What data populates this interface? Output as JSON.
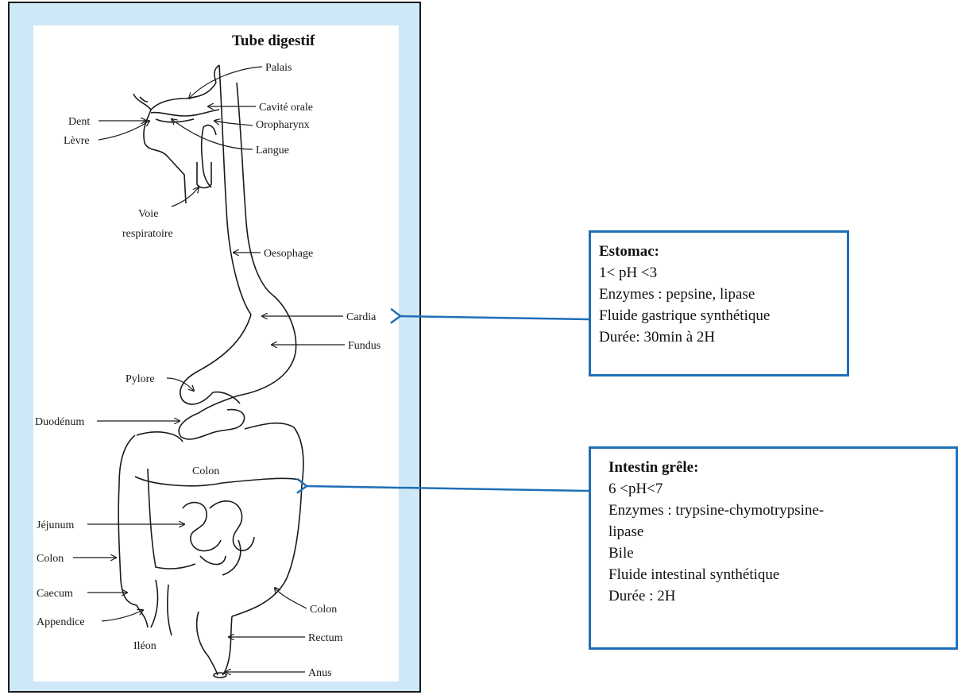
{
  "diagram": {
    "title": "Tube digestif",
    "labels": {
      "palais": "Palais",
      "cavite_orale": "Cavité orale",
      "oropharynx": "Oropharynx",
      "dent": "Dent",
      "levre": "Lèvre",
      "langue": "Langue",
      "voie": "Voie",
      "respiratoire": "respiratoire",
      "oesophage": "Oesophage",
      "cardia": "Cardia",
      "fundus": "Fundus",
      "pylore": "Pylore",
      "duodenum": "Duodénum",
      "colon_top": "Colon",
      "jejunum": "Jéjunum",
      "colon_left": "Colon",
      "caecum": "Caecum",
      "appendice": "Appendice",
      "ileon": "Iléon",
      "colon_right": "Colon",
      "rectum": "Rectum",
      "anus": "Anus"
    }
  },
  "stomach_box": {
    "heading": "Estomac:",
    "lines": [
      "1< pH <3",
      "Enzymes : pepsine, lipase",
      "Fluide gastrique synthétique",
      "Durée: 30min à 2H"
    ]
  },
  "intestine_box": {
    "heading": "Intestin grêle:",
    "lines": [
      "6 <pH<7",
      "Enzymes : trypsine-chymotrypsine-",
      "lipase",
      "Bile",
      "Fluide intestinal synthétique",
      "Durée : 2H"
    ]
  },
  "colors": {
    "accent": "#1f6fb8",
    "panel_bg": "#cfe8f8"
  }
}
